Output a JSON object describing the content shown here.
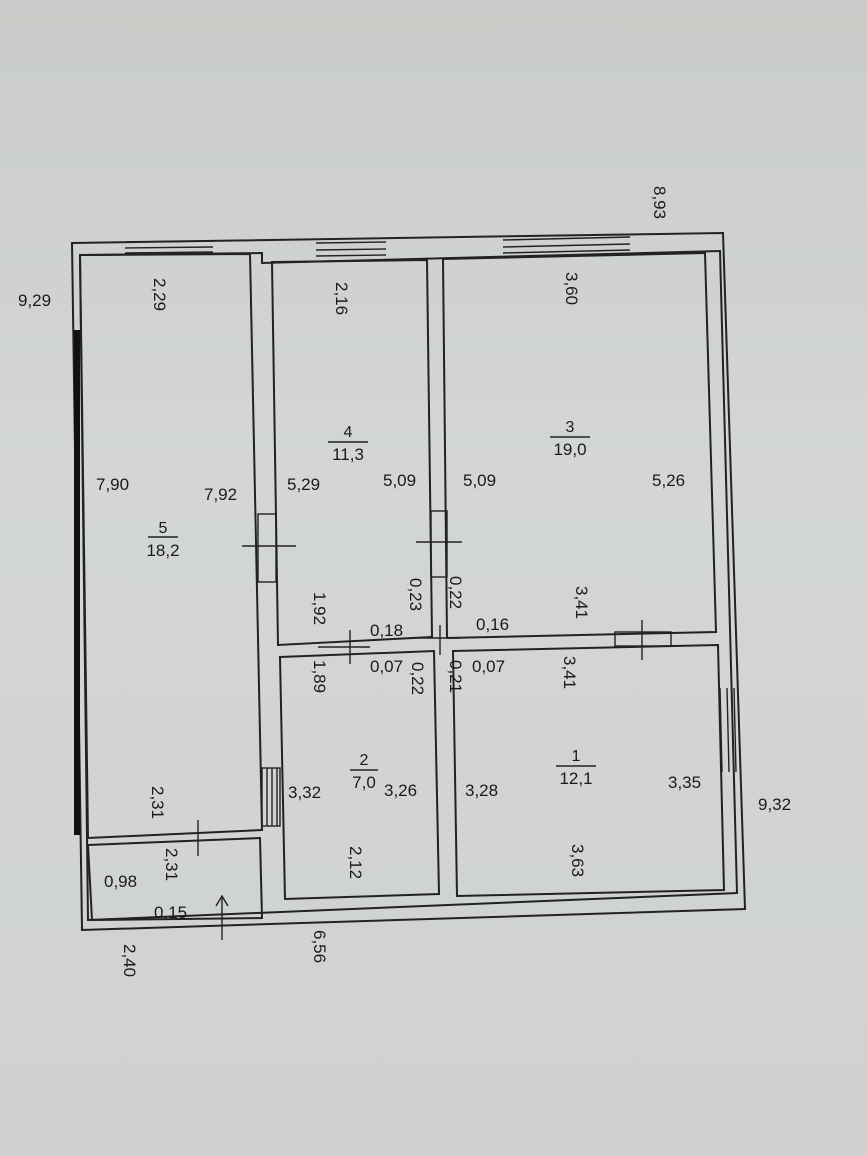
{
  "overall": {
    "left": "9,29",
    "top": "8,93",
    "right": "9,32",
    "bottom": "6,56",
    "bottom_left": "2,40"
  },
  "rooms": [
    {
      "number": "5",
      "area": "18,2",
      "dims": [
        "2,29",
        "7,90",
        "7,92",
        "2,31"
      ]
    },
    {
      "number": "4",
      "area": "11,3",
      "dims": [
        "2,16",
        "5,29",
        "5,09",
        "1,92"
      ]
    },
    {
      "number": "3",
      "area": "19,0",
      "dims": [
        "3,60",
        "5,09",
        "5,26",
        "3,41"
      ]
    },
    {
      "number": "2",
      "area": "7,0",
      "dims": [
        "1,89",
        "3,32",
        "3,26",
        "2,12"
      ]
    },
    {
      "number": "1",
      "area": "12,1",
      "dims": [
        "3,41",
        "3,28",
        "3,35",
        "3,63"
      ]
    }
  ],
  "small": {
    "d_0_98": "0,98",
    "d_2_31": "2,31",
    "d_0_15": "0,15",
    "d_0_23": "0,23",
    "d_0_22_a": "0,22",
    "d_0_18": "0,18",
    "d_0_16": "0,16",
    "d_0_07_a": "0,07",
    "d_0_22_b": "0,22",
    "d_0_21": "0,21",
    "d_0_07_b": "0,07"
  }
}
